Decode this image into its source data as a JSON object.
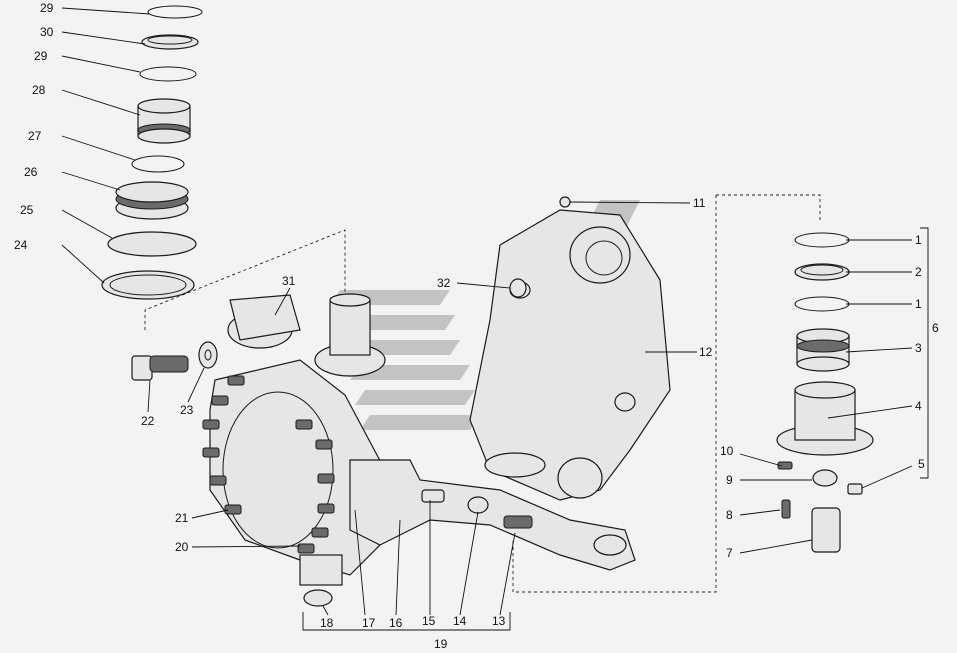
{
  "callouts": [
    {
      "id": "c29a",
      "text": "29"
    },
    {
      "id": "c30",
      "text": "30"
    },
    {
      "id": "c29b",
      "text": "29"
    },
    {
      "id": "c28",
      "text": "28"
    },
    {
      "id": "c27",
      "text": "27"
    },
    {
      "id": "c26",
      "text": "26"
    },
    {
      "id": "c25",
      "text": "25"
    },
    {
      "id": "c24",
      "text": "24"
    },
    {
      "id": "c31",
      "text": "31"
    },
    {
      "id": "c22",
      "text": "22"
    },
    {
      "id": "c23",
      "text": "23"
    },
    {
      "id": "c21",
      "text": "21"
    },
    {
      "id": "c20",
      "text": "20"
    },
    {
      "id": "c18",
      "text": "18"
    },
    {
      "id": "c17",
      "text": "17"
    },
    {
      "id": "c16",
      "text": "16"
    },
    {
      "id": "c15",
      "text": "15"
    },
    {
      "id": "c14",
      "text": "14"
    },
    {
      "id": "c13",
      "text": "13"
    },
    {
      "id": "c19",
      "text": "19"
    },
    {
      "id": "c32",
      "text": "32"
    },
    {
      "id": "c11",
      "text": "11"
    },
    {
      "id": "c12",
      "text": "12"
    },
    {
      "id": "c1a",
      "text": "1"
    },
    {
      "id": "c2",
      "text": "2"
    },
    {
      "id": "c1b",
      "text": "1"
    },
    {
      "id": "c6",
      "text": "6"
    },
    {
      "id": "c3",
      "text": "3"
    },
    {
      "id": "c4",
      "text": "4"
    },
    {
      "id": "c10",
      "text": "10"
    },
    {
      "id": "c5",
      "text": "5"
    },
    {
      "id": "c9",
      "text": "9"
    },
    {
      "id": "c8",
      "text": "8"
    },
    {
      "id": "c7",
      "text": "7"
    }
  ],
  "colors": {
    "background": "#f3f3f3",
    "line": "#1a1a1a",
    "watermark": "#9a9a9a"
  }
}
